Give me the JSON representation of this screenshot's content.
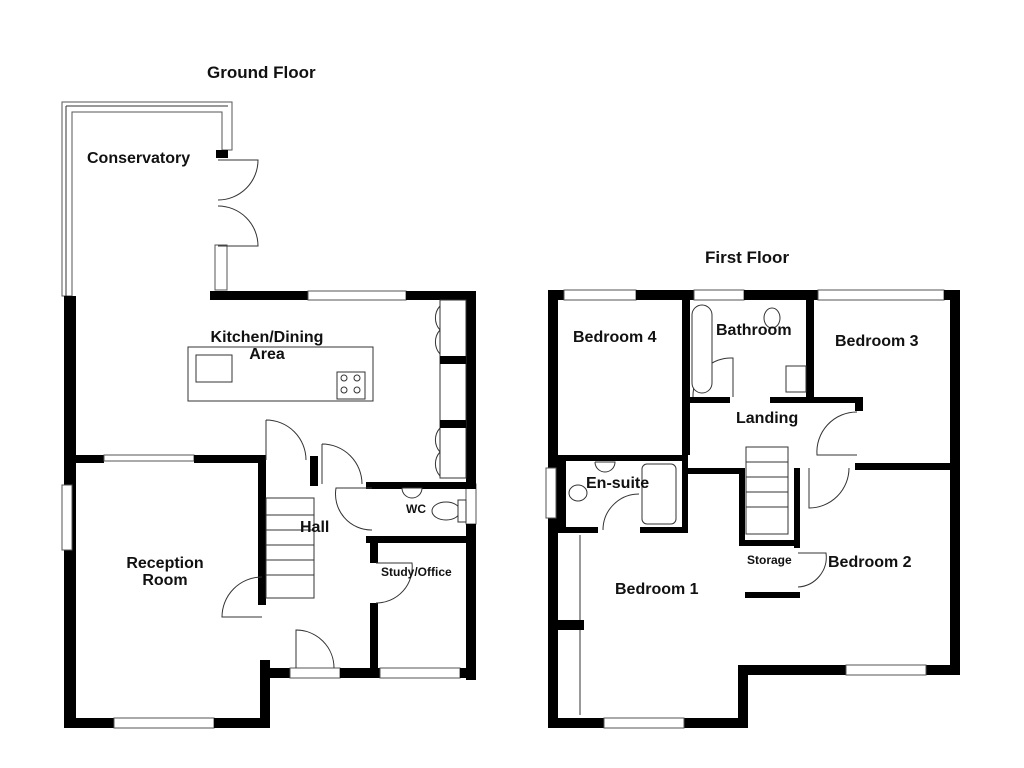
{
  "floors": [
    {
      "title": "Ground Floor",
      "rooms": [
        {
          "name": "Conservatory"
        },
        {
          "name": "Kitchen/Dining Area",
          "line1": "Kitchen/Dining",
          "line2": "Area"
        },
        {
          "name": "Reception Room",
          "line1": "Reception",
          "line2": "Room"
        },
        {
          "name": "Hall"
        },
        {
          "name": "WC"
        },
        {
          "name": "Study/Office"
        }
      ]
    },
    {
      "title": "First Floor",
      "rooms": [
        {
          "name": "Bedroom 4"
        },
        {
          "name": "Bathroom"
        },
        {
          "name": "Bedroom 3"
        },
        {
          "name": "Landing"
        },
        {
          "name": "En-suite"
        },
        {
          "name": "Bedroom 1"
        },
        {
          "name": "Storage"
        },
        {
          "name": "Bedroom 2"
        }
      ]
    }
  ],
  "colors": {
    "wall": "#000000",
    "background": "#ffffff",
    "window": "#555555"
  }
}
